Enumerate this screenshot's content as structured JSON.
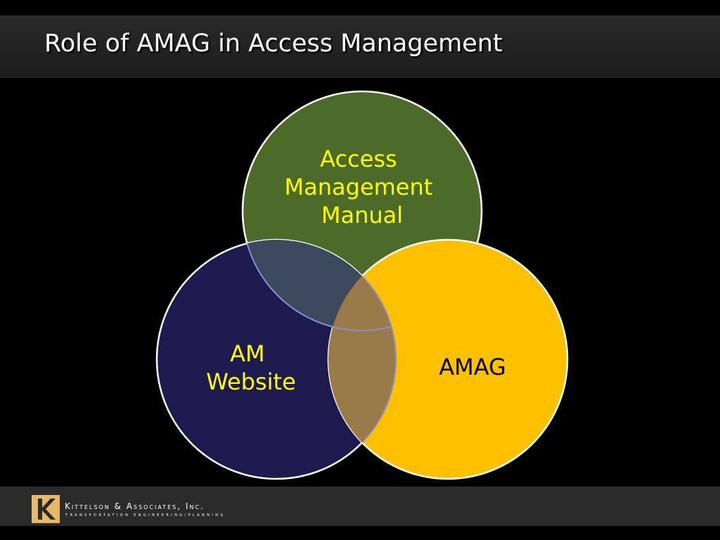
{
  "slide": {
    "title": "Role of AMAG in Access Management"
  },
  "venn": {
    "circles": [
      {
        "id": "manual",
        "lines": [
          "Access",
          "Management",
          "Manual"
        ],
        "fill": "#4c6a28",
        "text_color": "#ffff00"
      },
      {
        "id": "website",
        "lines": [
          "AM",
          "Website"
        ],
        "fill": "#1c1a4e",
        "text_color": "#ffff00"
      },
      {
        "id": "amag",
        "lines": [
          "AMAG"
        ],
        "fill": "#ffc000",
        "text_color": "#000000"
      }
    ],
    "overlap_colors": {
      "manual_website": "#3d4a5e",
      "website_amag": "#9a7a48",
      "manual_amag": "#9a7a48"
    },
    "outline_color": "#ffffff",
    "inner_outline_color": "#8a8ed0"
  },
  "footer": {
    "company": "Kittelson & Associates, Inc.",
    "tagline": "transportation engineering/planning",
    "logo_letter": "K",
    "logo_color": "#e8b86a"
  }
}
